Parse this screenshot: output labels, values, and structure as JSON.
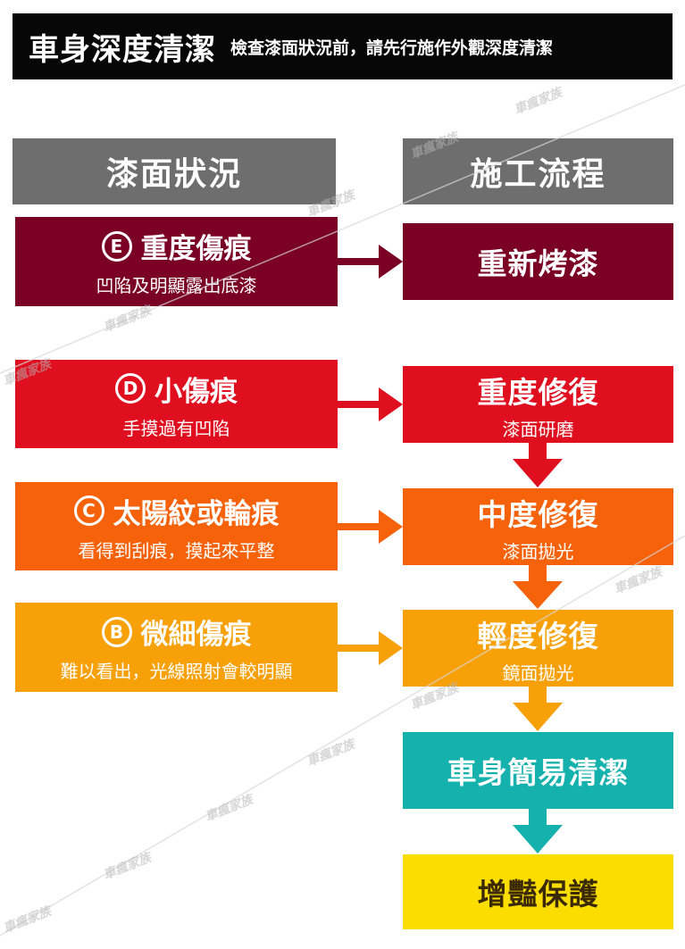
{
  "header": {
    "title": "車身深度清潔",
    "subtitle": "檢查漆面狀況前，請先行施作外觀深度清潔"
  },
  "columns": {
    "left": "漆面狀況",
    "right": "施工流程"
  },
  "conditions": [
    {
      "grade": "E",
      "title": "重度傷痕",
      "desc": "凹陷及明顯露出底漆",
      "color": "#7a0025"
    },
    {
      "grade": "D",
      "title": "小傷痕",
      "desc": "手摸過有凹陷",
      "color": "#e00f1f"
    },
    {
      "grade": "C",
      "title": "太陽紋或輪痕",
      "desc": "看得到刮痕，摸起來平整",
      "color": "#f5620a"
    },
    {
      "grade": "B",
      "title": "微細傷痕",
      "desc": "難以看出，光線照射會較明顯",
      "color": "#f7a008"
    }
  ],
  "process": [
    {
      "title": "重新烤漆",
      "sub": "",
      "color": "#7a0025"
    },
    {
      "title": "重度修復",
      "sub": "漆面研磨",
      "color": "#e00f1f"
    },
    {
      "title": "中度修復",
      "sub": "漆面拋光",
      "color": "#f5620a"
    },
    {
      "title": "輕度修復",
      "sub": "鏡面拋光",
      "color": "#f7a008"
    },
    {
      "title": "車身簡易清潔",
      "sub": "",
      "color": "#14b1ad"
    },
    {
      "title": "增豔保護",
      "sub": "",
      "color": "#fbde00"
    }
  ],
  "watermark": "車瘋家族"
}
